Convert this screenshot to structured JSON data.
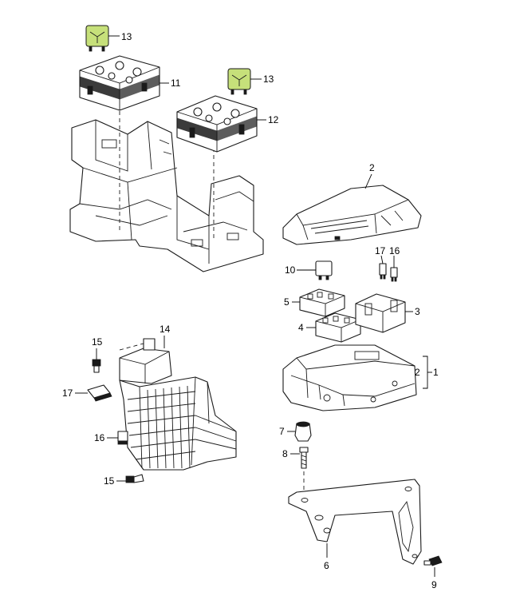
{
  "callouts": {
    "n1": "1",
    "n2": "2",
    "n2b": "2",
    "n3": "3",
    "n4": "4",
    "n5": "5",
    "n6": "6",
    "n7": "7",
    "n8": "8",
    "n9": "9",
    "n10": "10",
    "n11": "11",
    "n12": "12",
    "n13a": "13",
    "n13b": "13",
    "n14": "14",
    "n15a": "15",
    "n15b": "15",
    "n16a": "16",
    "n16b": "16",
    "n17a": "17",
    "n17b": "17"
  },
  "colors": {
    "relay_highlight": "#c6e07a",
    "line": "#1a1a1a",
    "background": "#ffffff"
  }
}
